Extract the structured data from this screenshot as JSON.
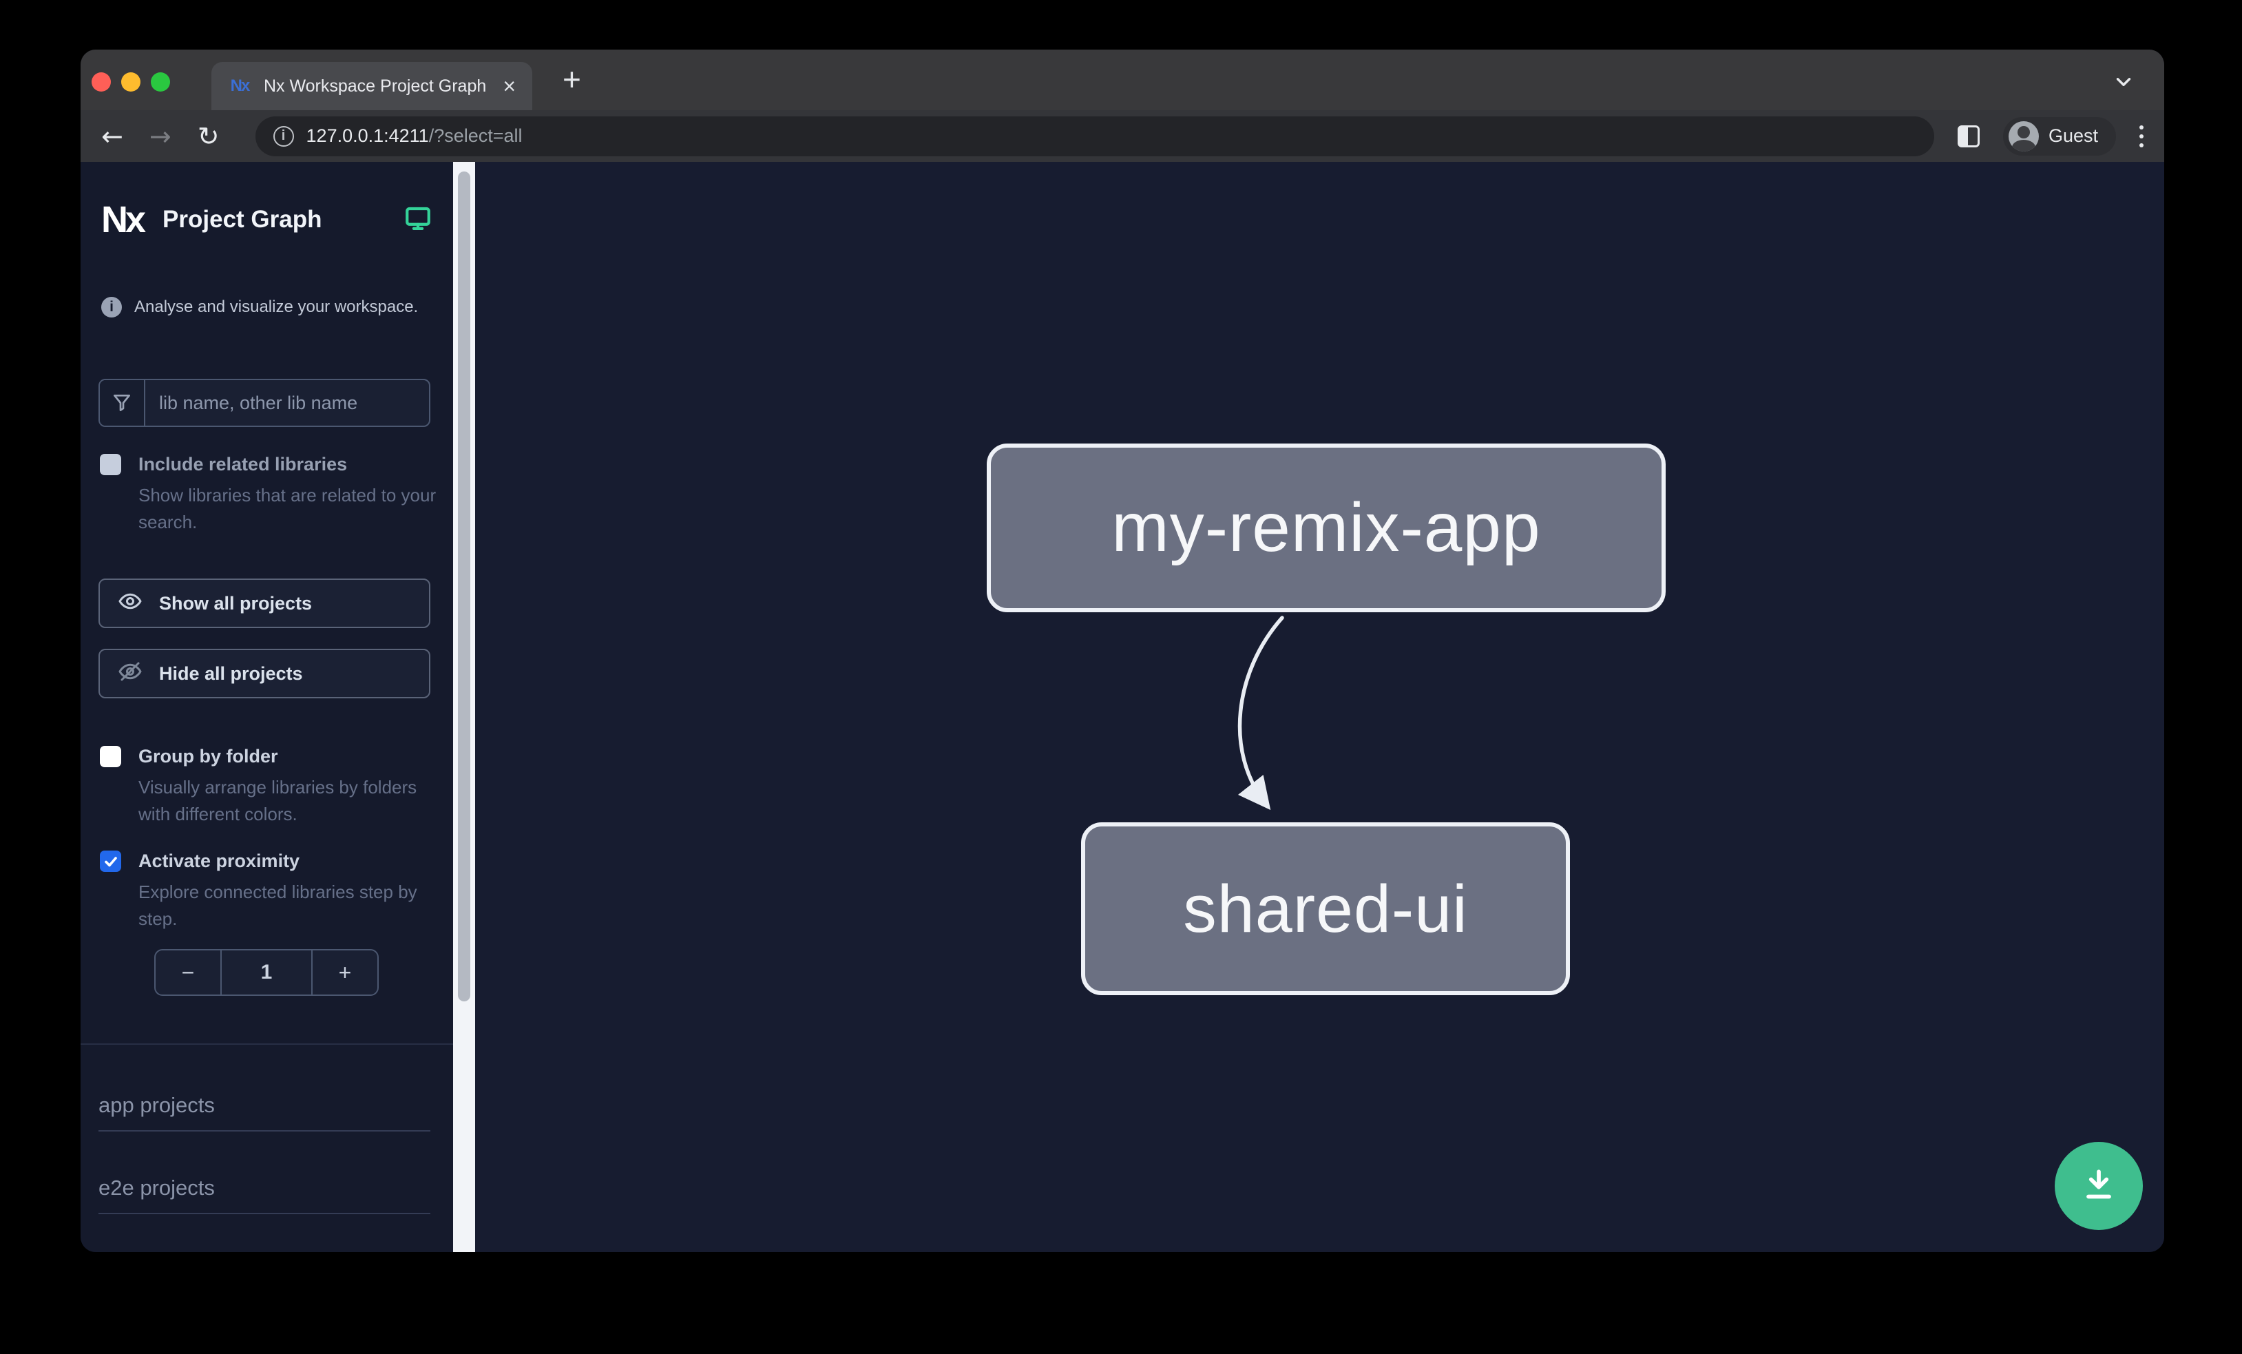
{
  "browser": {
    "tab": {
      "title": "Nx Workspace Project Graph"
    },
    "url": {
      "host": "127.0.0.1:4211",
      "path": "/?select=all"
    },
    "profile": "Guest"
  },
  "sidebar": {
    "brand": "Nx",
    "title": "Project Graph",
    "tagline": "Analyse and visualize your workspace.",
    "search": {
      "placeholder": "lib name, other lib name"
    },
    "include_related": {
      "label": "Include related libraries",
      "description": "Show libraries that are related to your search.",
      "checked": false
    },
    "show_all": "Show all projects",
    "hide_all": "Hide all projects",
    "group_by_folder": {
      "label": "Group by folder",
      "description": "Visually arrange libraries by folders with different colors.",
      "checked": false
    },
    "activate_proximity": {
      "label": "Activate proximity",
      "description": "Explore connected libraries step by step.",
      "checked": true
    },
    "proximity": {
      "decrement": "−",
      "value": "1",
      "increment": "+"
    },
    "sections": [
      {
        "label": "app projects"
      },
      {
        "label": "e2e projects"
      }
    ]
  },
  "graph": {
    "nodes": [
      {
        "label": "my-remix-app"
      },
      {
        "label": "shared-ui"
      }
    ],
    "edges": [
      {
        "from": "my-remix-app",
        "to": "shared-ui"
      }
    ]
  },
  "colors": {
    "accent_green": "#34d399",
    "node_fill": "#6b7082",
    "node_border": "#eef1f7",
    "checkbox_checked": "#2268eb",
    "download_fab": "#3fbe8e"
  }
}
